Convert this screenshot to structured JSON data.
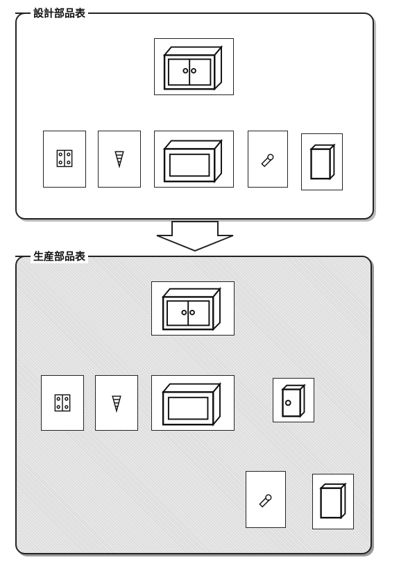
{
  "design_bom": {
    "title": "設計部品表",
    "parent": "cabinet-assembly",
    "children": [
      "hinge",
      "screw",
      "cabinet-frame",
      "knob",
      "door-panel"
    ]
  },
  "production_bom": {
    "title": "生産部品表",
    "parent": "cabinet-assembly",
    "children": [
      "hinge",
      "screw",
      "cabinet-frame",
      "door-subassembly"
    ],
    "subassembly_children": [
      "knob",
      "door-panel"
    ]
  },
  "arrow": {
    "direction": "down"
  }
}
